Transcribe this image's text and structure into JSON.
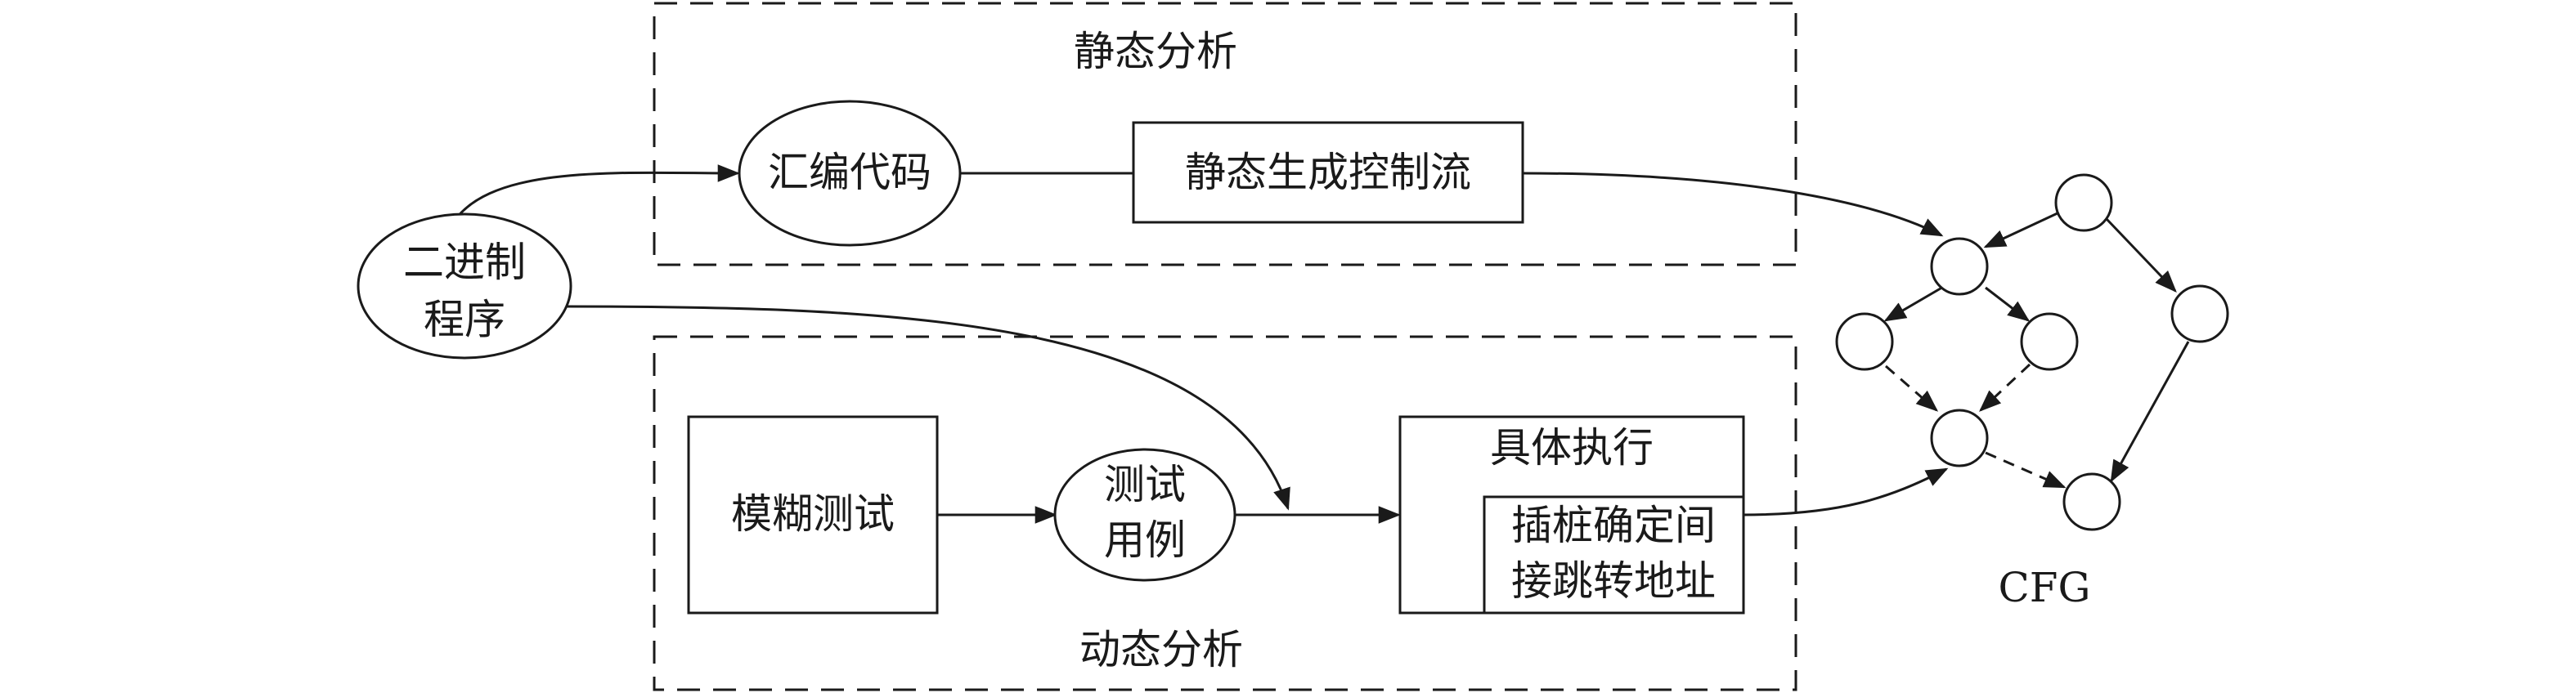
{
  "regions": {
    "static_title": "静态分析",
    "dynamic_title": "动态分析"
  },
  "nodes": {
    "binary_line1": "二进制",
    "binary_line2": "程序",
    "asm_code": "汇编代码",
    "static_cfg": "静态生成控制流",
    "fuzz": "模糊测试",
    "testcase_line1": "测试",
    "testcase_line2": "用例",
    "concrete_exec": "具体执行",
    "instr_line1": "插桩确定间",
    "instr_line2": "接跳转地址"
  },
  "cfg_label": "CFG"
}
